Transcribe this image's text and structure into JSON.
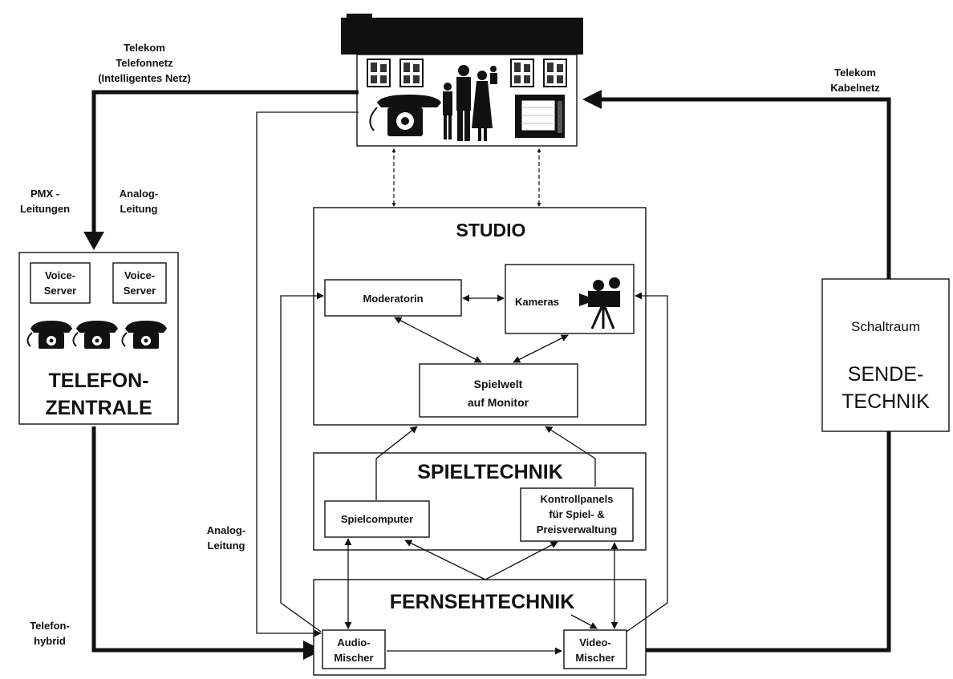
{
  "network_labels": {
    "telekom_telefonnetz": [
      "Telekom",
      "Telefonnetz",
      "(Intelligentes Netz)"
    ],
    "telekom_kabelnetz": [
      "Telekom",
      "Kabelnetz"
    ],
    "pmx_leitungen": [
      "PMX -",
      "Leitungen"
    ],
    "analog_leitung_top": [
      "Analog-",
      "Leitung"
    ],
    "analog_leitung_left": [
      "Analog-",
      "Leitung"
    ],
    "telefon_hybrid": [
      "Telefon-",
      "hybrid"
    ]
  },
  "telefonzentrale": {
    "title": [
      "TELEFON-",
      "ZENTRALE"
    ],
    "voice_servers": [
      [
        "Voice-",
        "Server"
      ],
      [
        "Voice-",
        "Server"
      ]
    ]
  },
  "sendetechnik": {
    "schaltraum": "Schaltraum",
    "title": [
      "SENDE-",
      "TECHNIK"
    ]
  },
  "studio": {
    "title": "STUDIO",
    "moderatorin": "Moderatorin",
    "kameras": "Kameras",
    "spielwelt": [
      "Spielwelt",
      "auf Monitor"
    ]
  },
  "spieltechnik": {
    "title": "SPIELTECHNIK",
    "spielcomputer": "Spielcomputer",
    "kontrollpanels": [
      "Kontrollpanels",
      "für Spiel- &",
      "Preisverwaltung"
    ]
  },
  "fernsehtechnik": {
    "title": "FERNSEHTECHNIK",
    "audio_mischer": [
      "Audio-",
      "Mischer"
    ],
    "video_mischer": [
      "Video-",
      "Mischer"
    ]
  }
}
